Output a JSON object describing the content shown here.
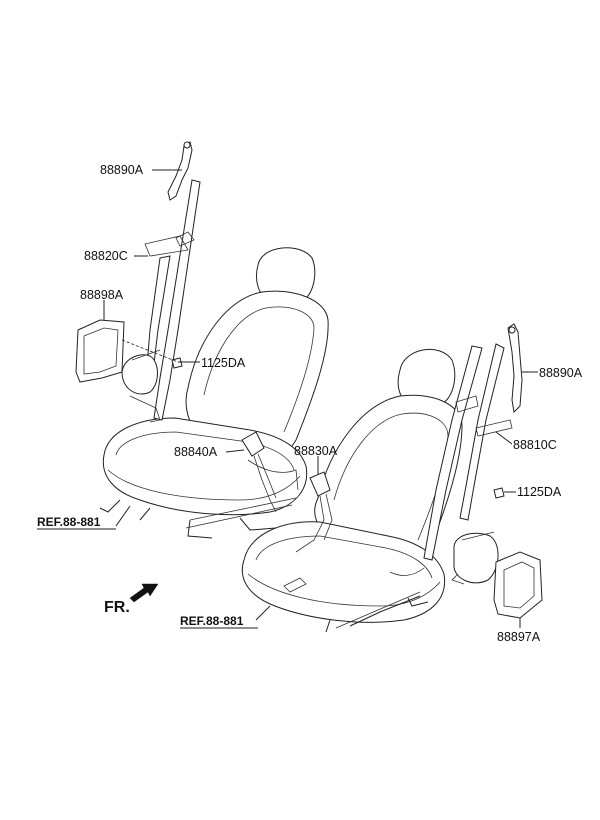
{
  "labels": {
    "anchor_upper_left": "88890A",
    "belt_left": "88820C",
    "cover_left": "88898A",
    "bolt_left": "1125DA",
    "buckle_left": "88840A",
    "buckle_right": "88830A",
    "anchor_upper_right": "88890A",
    "belt_right": "88810C",
    "bolt_right": "1125DA",
    "cover_right": "88897A",
    "ref_left": "REF.88-881",
    "ref_right": "REF.88-881",
    "front_indicator": "FR."
  }
}
